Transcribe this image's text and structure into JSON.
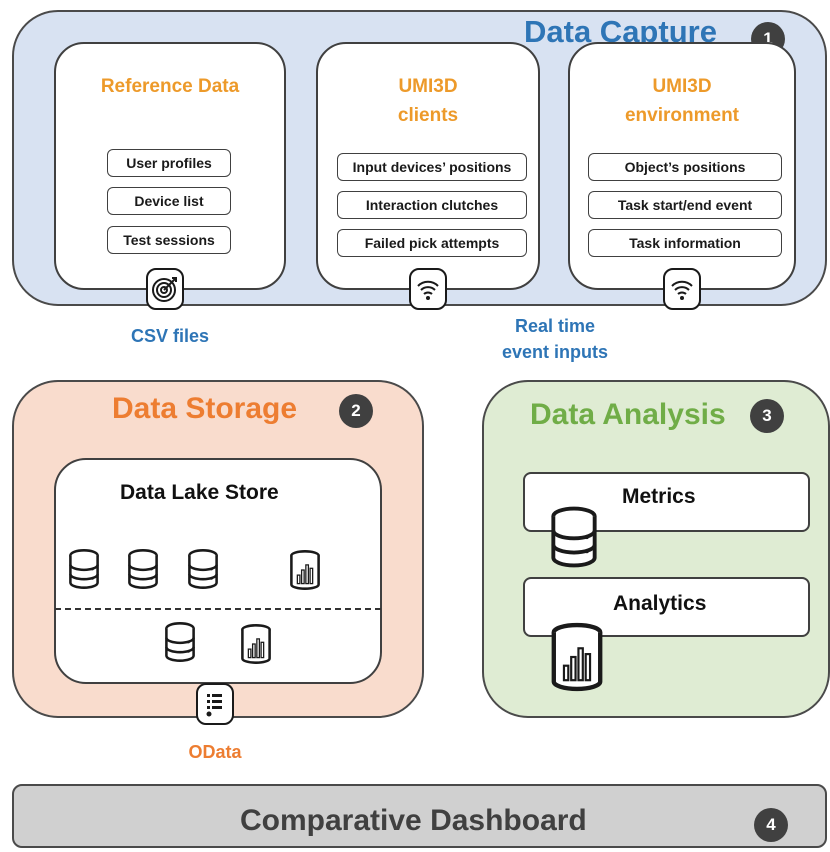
{
  "capture": {
    "title": "Data Capture",
    "badge": "1",
    "cards": [
      {
        "title": "Reference Data",
        "items": [
          "User profiles",
          "Device list",
          "Test sessions"
        ],
        "icon": "target-icon"
      },
      {
        "title_line1": "UMI3D",
        "title_line2": "clients",
        "items": [
          "Input devices’ positions",
          "Interaction clutches",
          "Failed pick attempts"
        ],
        "icon": "wifi-icon"
      },
      {
        "title_line1": "UMI3D",
        "title_line2": "environment",
        "items": [
          "Object’s positions",
          "Task start/end event",
          "Task information"
        ],
        "icon": "wifi-icon"
      }
    ],
    "csv_label": "CSV files",
    "realtime_label_line1": "Real time",
    "realtime_label_line2": "event inputs"
  },
  "storage": {
    "title": "Data Storage",
    "badge": "2",
    "lake_title": "Data Lake Store",
    "odata_label": "OData"
  },
  "analysis": {
    "title": "Data Analysis",
    "badge": "3",
    "metrics": "Metrics",
    "analytics": "Analytics"
  },
  "dashboard": {
    "title": "Comparative Dashboard",
    "badge": "4"
  },
  "colors": {
    "capture_bg": "#d8e2f2",
    "storage_bg": "#f9dccd",
    "analysis_bg": "#dfecd3",
    "dashboard_bg": "#d0d0d0",
    "blue": "#2e75b6",
    "orange": "#ed7d31",
    "green": "#70ad47",
    "card_title_orange": "#ed9a2a"
  }
}
